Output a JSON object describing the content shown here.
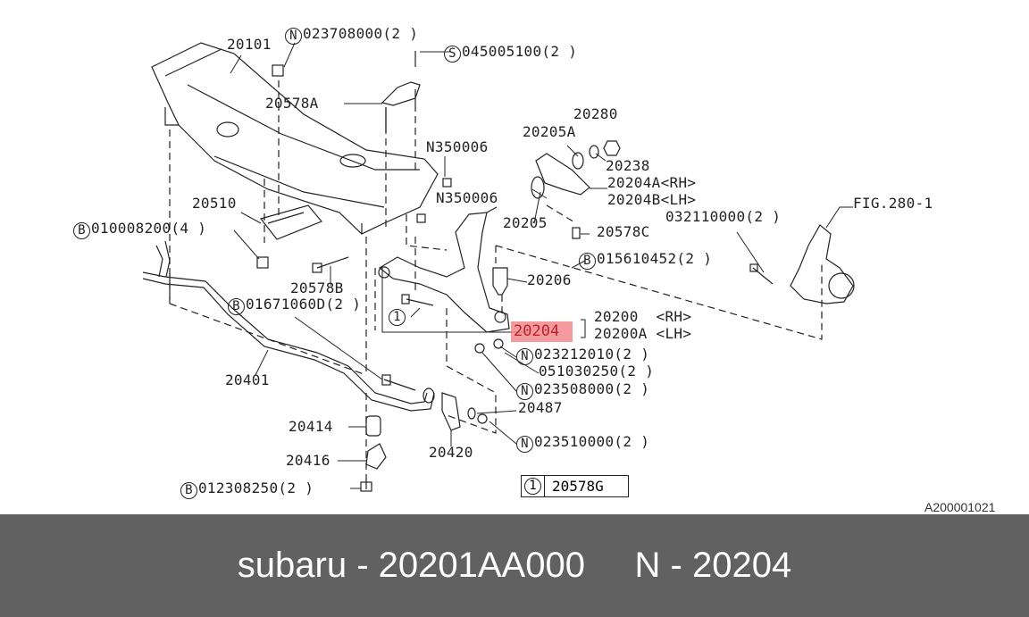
{
  "diagram": {
    "labels": [
      {
        "text": "20101"
      },
      {
        "prefix": "N",
        "text": "023708000(2 )"
      },
      {
        "prefix": "S",
        "text": "045005100(2 )"
      },
      {
        "text": "20578A"
      },
      {
        "text": "20280"
      },
      {
        "text": "20205A"
      },
      {
        "text": "N350006"
      },
      {
        "text": "20238"
      },
      {
        "text": "20204A<RH>"
      },
      {
        "text": "20204B<LH>"
      },
      {
        "text": "N350006"
      },
      {
        "text": "20510"
      },
      {
        "text": "FIG.280-1"
      },
      {
        "text": "032110000(2 )"
      },
      {
        "text": "20205"
      },
      {
        "prefix": "B",
        "text": "010008200(4 )"
      },
      {
        "text": "20578C"
      },
      {
        "prefix": "B",
        "text": "015610452(2 )"
      },
      {
        "text": "20206"
      },
      {
        "text": "20578B"
      },
      {
        "prefix": "B",
        "text": "01671060D(2 )"
      },
      {
        "prefix": "1",
        "text": ""
      },
      {
        "text": "20200  <RH>"
      },
      {
        "text": "20200A <LH>"
      },
      {
        "prefix": "N",
        "text": "023212010(2 )"
      },
      {
        "text": "051030250(2 )"
      },
      {
        "text": "20401"
      },
      {
        "prefix": "N",
        "text": "023508000(2 )"
      },
      {
        "text": "20487"
      },
      {
        "text": "20414"
      },
      {
        "prefix": "N",
        "text": "023510000(2 )"
      },
      {
        "text": "20420"
      },
      {
        "text": "20416"
      },
      {
        "prefix": "B",
        "text": "012308250(2 )"
      }
    ],
    "highlighted_part": "20204",
    "legend_box": {
      "marker": "1",
      "part": "20578G"
    },
    "reference_code": "A200001021",
    "highlight_color": "#f0888c"
  },
  "footer": {
    "text": "subaru - 20201AA000     N - 20204"
  }
}
